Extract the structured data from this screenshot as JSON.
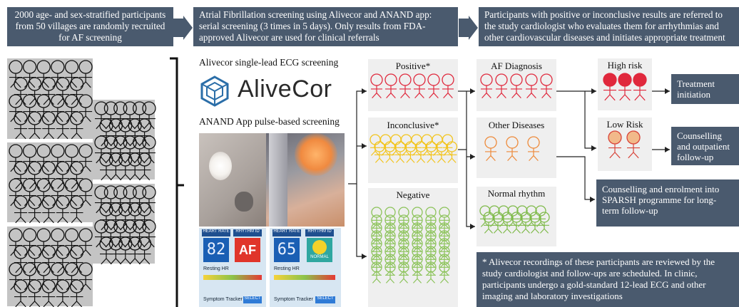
{
  "headers": [
    "2000 age- and sex-stratified participants from 50 villages are randomly recruited for AF screening",
    "Atrial Fibrillation screening using Alivecor and ANAND app: serial screening (3 times in 5 days). Only results from FDA-approved Alivecor are used for clinical referrals",
    "Participants with positive or inconclusive results are referred to the study cardiologist who evaluates them for arrhythmias and other cardiovascular diseases and initiates appropriate treatment"
  ],
  "screening": {
    "alivecor_label": "Alivecor single-lead ECG screening",
    "alivecor_logo": "AliveCor",
    "anand_label": "ANAND App pulse-based screening",
    "app_cards": [
      {
        "heart_rate_label": "HEART RATE",
        "heart_rate": "82",
        "rhythm_label": "RHYTHM ID",
        "rhythm": "AF",
        "resting": "Resting HR",
        "tracker": "Symptom Tracker",
        "select": "SELECT"
      },
      {
        "heart_rate_label": "HEART RATE",
        "heart_rate": "65",
        "rhythm_label": "RHYTHM ID",
        "rhythm": "NORMAL",
        "resting": "Resting HR",
        "tracker": "Symptom Tracker",
        "select": "SELECT"
      }
    ]
  },
  "results": {
    "positive": "Positive*",
    "inconclusive": "Inconclusive*",
    "negative": "Negative"
  },
  "diagnosis": {
    "af": "AF Diagnosis",
    "other": "Other Diseases",
    "normal": "Normal rhythm"
  },
  "risk": {
    "high": "High risk",
    "low": "Low Risk"
  },
  "outcomes": {
    "treatment": "Treatment initiation",
    "counselling": "Counselling and outpatient follow-up",
    "sparsh": "Counselling and enrolment into SPARSH programme for long-term follow-up"
  },
  "footnote": "* Alivecor recordings of these participants are reviewed by the study cardiologist and follow-ups are scheduled. In clinic, participants undergo a gold-standard 12-lead ECG and other imaging and laboratory investigations",
  "colors": {
    "box": "#4a5a6e",
    "positive": "#e0283c",
    "inconclusive": "#f2c41c",
    "other": "#ee8a3a",
    "normal": "#7fba4a",
    "negative": "#8cc35a"
  }
}
